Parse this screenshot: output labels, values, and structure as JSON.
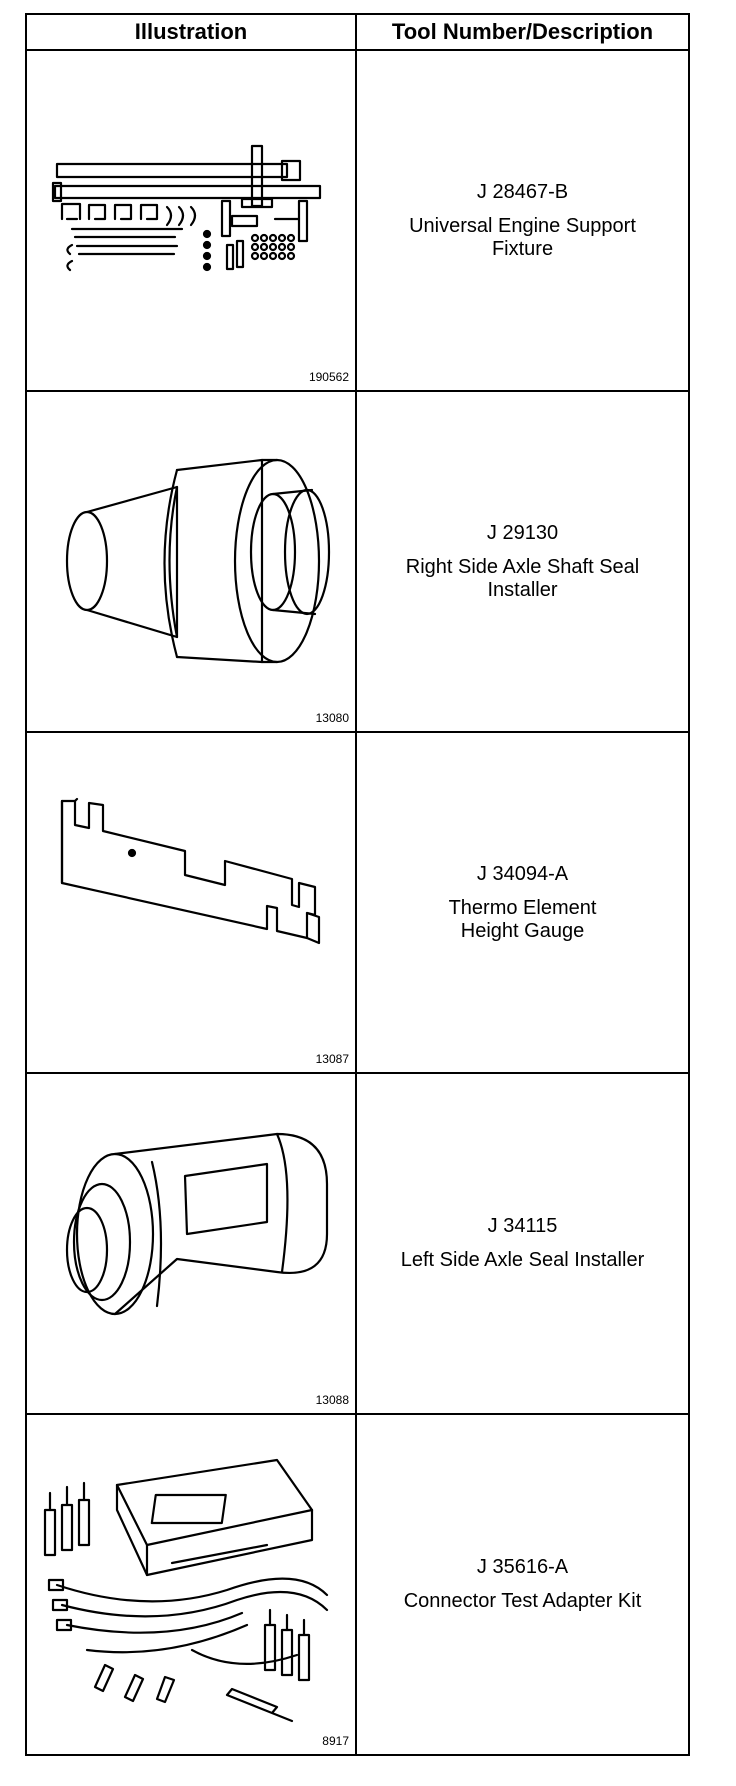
{
  "table": {
    "headers": [
      "Illustration",
      "Tool Number/Description"
    ],
    "rows": [
      {
        "figure": "190562",
        "tool_number": "J 28467-B",
        "description": [
          "Universal Engine Support",
          "Fixture"
        ],
        "icon": "engine-support-fixture-illustration"
      },
      {
        "figure": "13080",
        "tool_number": "J 29130",
        "description": [
          "Right Side Axle Shaft Seal",
          "Installer"
        ],
        "icon": "axle-shaft-seal-installer-illustration"
      },
      {
        "figure": "13087",
        "tool_number": "J 34094-A",
        "description": [
          "Thermo Element",
          "Height Gauge"
        ],
        "icon": "height-gauge-illustration"
      },
      {
        "figure": "13088",
        "tool_number": "J 34115",
        "description": [
          "Left Side Axle Seal Installer"
        ],
        "icon": "left-axle-seal-installer-illustration"
      },
      {
        "figure": "8917",
        "tool_number": "J 35616-A",
        "description": [
          "Connector Test Adapter Kit"
        ],
        "icon": "connector-test-adapter-kit-illustration"
      }
    ]
  }
}
